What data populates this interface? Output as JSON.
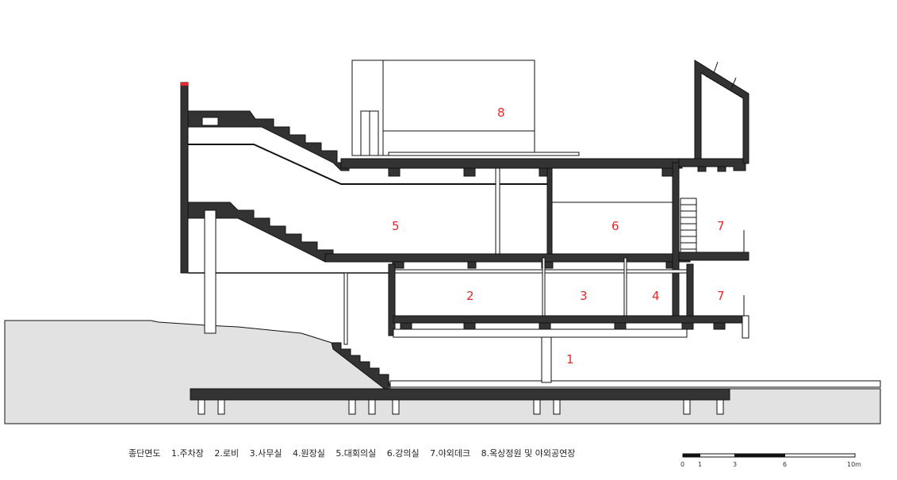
{
  "rooms": [
    {
      "number": "1"
    },
    {
      "number": "2"
    },
    {
      "number": "3"
    },
    {
      "number": "4"
    },
    {
      "number": "5"
    },
    {
      "number": "6"
    },
    {
      "number": "7"
    },
    {
      "number": "7"
    },
    {
      "number": "8"
    }
  ],
  "caption": {
    "title": "종단면도",
    "legend": [
      "1.주차장",
      "2.로비",
      "3.사무실",
      "4.원장실",
      "5.대회의실",
      "6.강의실",
      "7.야외데크",
      "8.옥상정원 및 야외공연장"
    ]
  },
  "scale_bar": {
    "ticks": [
      "0",
      "1",
      "3",
      "6",
      "10m"
    ]
  },
  "colors": {
    "label": "#e8262b",
    "wall": "#333333",
    "ground": "#e2e2e2",
    "line": "#111111"
  }
}
